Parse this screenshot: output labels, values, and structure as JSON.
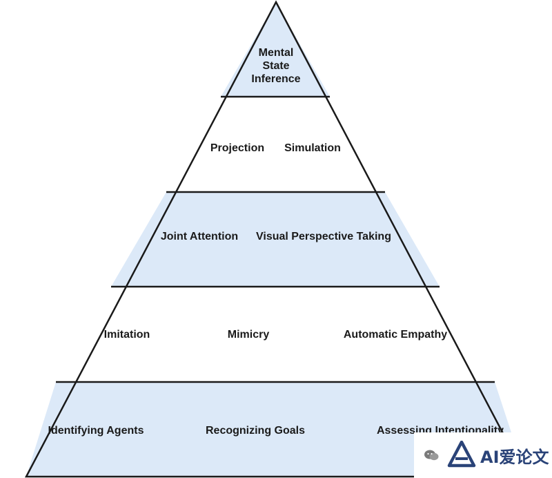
{
  "colors": {
    "fill": "#dce9f8",
    "stroke": "#1a1a1a",
    "white": "#ffffff"
  },
  "levels": [
    {
      "fill": "blue",
      "labels": [
        "Mental",
        "State",
        "Inference"
      ]
    },
    {
      "fill": "white",
      "labels": [
        "Projection",
        "Simulation"
      ]
    },
    {
      "fill": "blue",
      "labels": [
        "Joint Attention",
        "Visual Perspective Taking"
      ]
    },
    {
      "fill": "white",
      "labels": [
        "Imitation",
        "Mimicry",
        "Automatic Empathy"
      ]
    },
    {
      "fill": "blue",
      "labels": [
        "Identifying Agents",
        "Recognizing Goals",
        "Assessing Intentionality"
      ]
    }
  ],
  "watermark": {
    "text": "AI爱论文",
    "icon": "wechat-icon",
    "logo": "ai-logo-icon"
  }
}
